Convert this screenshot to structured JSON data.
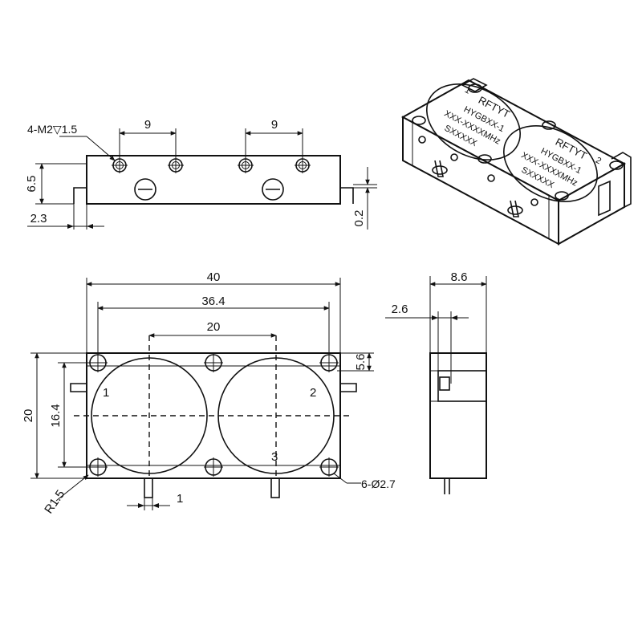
{
  "top_view": {
    "thread_callout": "4-M2",
    "thread_depth": "1.5",
    "pitch_left": "9",
    "pitch_right": "9",
    "height": "6.5",
    "tab_offset": "2.3",
    "tab_gap": "0.2"
  },
  "front_view": {
    "overall_length": "40",
    "hole_spacing": "36.4",
    "port_spacing": "20",
    "hole_inset": "5.6",
    "overall_height": "20",
    "hole_vertical": "16.4",
    "corner_radius": "R1.5",
    "pin_width": "1",
    "mount_holes": "6-Ø2.7",
    "port_1": "1",
    "port_2": "2",
    "port_3": "3"
  },
  "side_view": {
    "depth": "8.6",
    "tab_depth": "2.6"
  },
  "iso_view": {
    "brand": "RFTYT",
    "model": "HYGBXX-1",
    "code": "XXX-XXXXMHz",
    "serial": "SXXXXX",
    "port_a": "1",
    "port_b": "2"
  }
}
